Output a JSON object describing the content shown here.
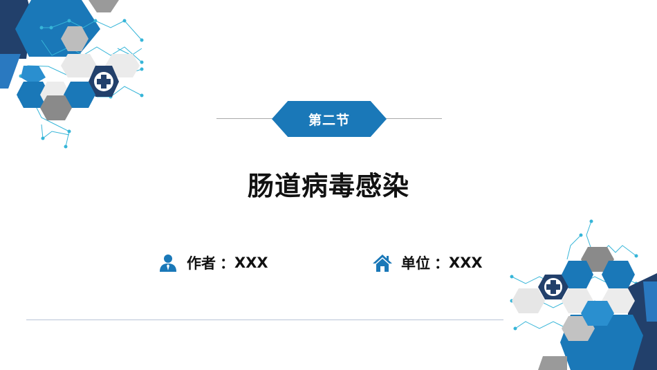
{
  "section": {
    "label": "第二节"
  },
  "title": "肠道病毒感染",
  "author": {
    "label": "作者",
    "separator": "：",
    "value": "XXX",
    "icon": "person-icon"
  },
  "unit": {
    "label": "单位",
    "separator": "：",
    "value": "XXX",
    "icon": "home-icon"
  },
  "colors": {
    "accent_blue": "#1a78b8",
    "dark_navy": "#22406b",
    "gray_hex": "#8a8a8a",
    "light_gray_hex": "#e6e6e6",
    "connector_cyan": "#36b5d8"
  }
}
